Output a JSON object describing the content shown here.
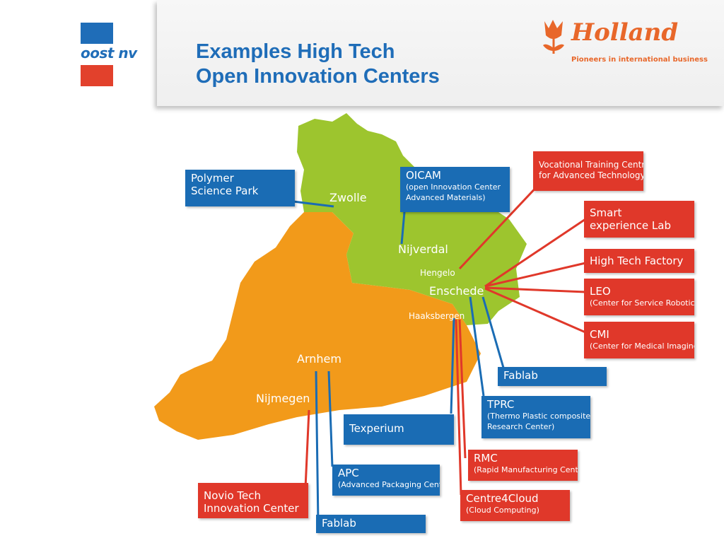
{
  "header": {
    "title_line1": "Examples High Tech",
    "title_line2": "Open Innovation Centers",
    "logo_left": "oost nv",
    "logo_right": "Holland",
    "logo_right_tagline": "Pioneers in international business"
  },
  "colors": {
    "title": "#1f6db8",
    "blue_box": "#1a6cb4",
    "red_box": "#e0382a",
    "green_region": "#9dc52e",
    "orange_region": "#f29a1a"
  },
  "cities": {
    "zwolle": "Zwolle",
    "nijverdal": "Nijverdal",
    "hengelo": "Hengelo",
    "enschede": "Enschede",
    "haaksbergen": "Haaksbergen",
    "arnhem": "Arnhem",
    "nijmegen": "Nijmegen"
  },
  "centers": {
    "polymer": {
      "title1": "Polymer",
      "title2": "Science Park"
    },
    "oicam": {
      "title": "OICAM",
      "sub1": "(open Innovation Center",
      "sub2": " Advanced Materials)"
    },
    "vtcat": {
      "line1": "Vocational Training Centre",
      "line2": "for Advanced Technology"
    },
    "smart": {
      "title1": "Smart",
      "title2": "experience Lab"
    },
    "htf": {
      "title": "High Tech Factory"
    },
    "leo": {
      "title": "LEO",
      "sub": "(Center for Service Robotics)"
    },
    "cmi": {
      "title": "CMI",
      "sub": "(Center for Medical Imaging)"
    },
    "fablab_east": {
      "title": "Fablab"
    },
    "tprc": {
      "title": "TPRC",
      "sub1": "(Thermo Plastic composite",
      "sub2": " Research Center)"
    },
    "texperium": {
      "title": "Texperium"
    },
    "rmc": {
      "title": "RMC",
      "sub": "(Rapid Manufacturing Center)"
    },
    "apc": {
      "title": "APC",
      "sub": "(Advanced Packaging Center)"
    },
    "centre4cloud": {
      "title": "Centre4Cloud",
      "sub": "(Cloud Computing)"
    },
    "noviotech": {
      "title1": "Novio Tech",
      "title2": "Innovation Center"
    },
    "fablab_south": {
      "title": "Fablab"
    }
  }
}
